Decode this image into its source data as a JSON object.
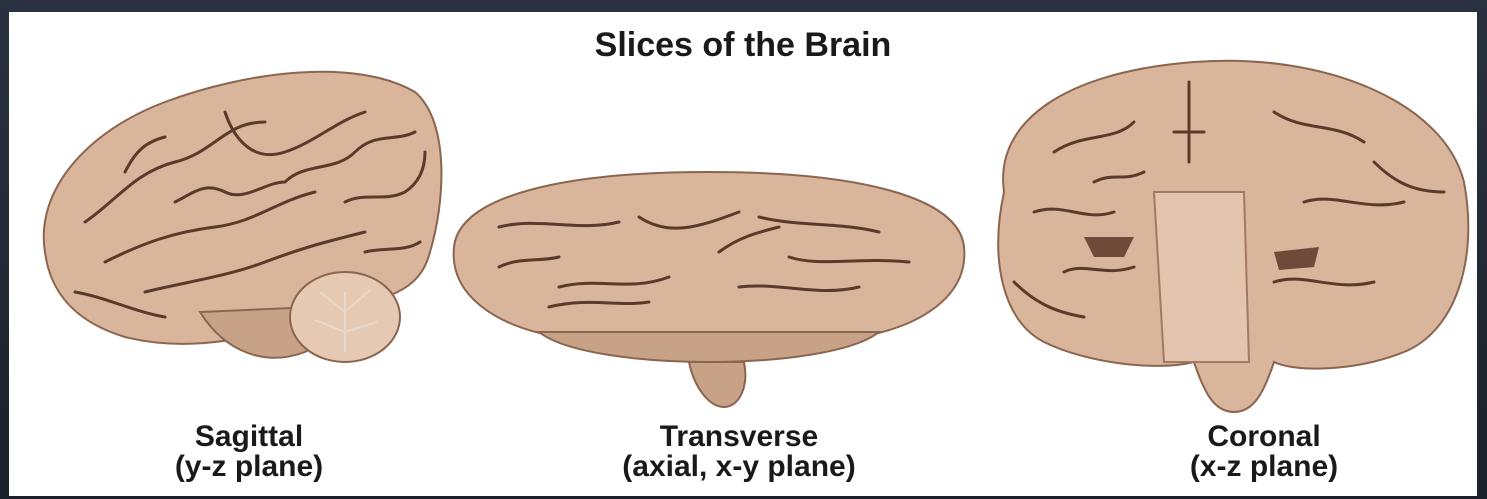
{
  "title": "Slices of the Brain",
  "slices": [
    {
      "name": "Sagittal",
      "plane": "(y-z plane)"
    },
    {
      "name": "Transverse",
      "plane": "(axial, x-y plane)"
    },
    {
      "name": "Coronal",
      "plane": "(x-z plane)"
    }
  ],
  "colors": {
    "tissue": "#d9b59b",
    "tissue_shadow": "#b58e73",
    "sulcus": "#5a3a2a",
    "background": "#ffffff",
    "frame": "#1f2530"
  }
}
